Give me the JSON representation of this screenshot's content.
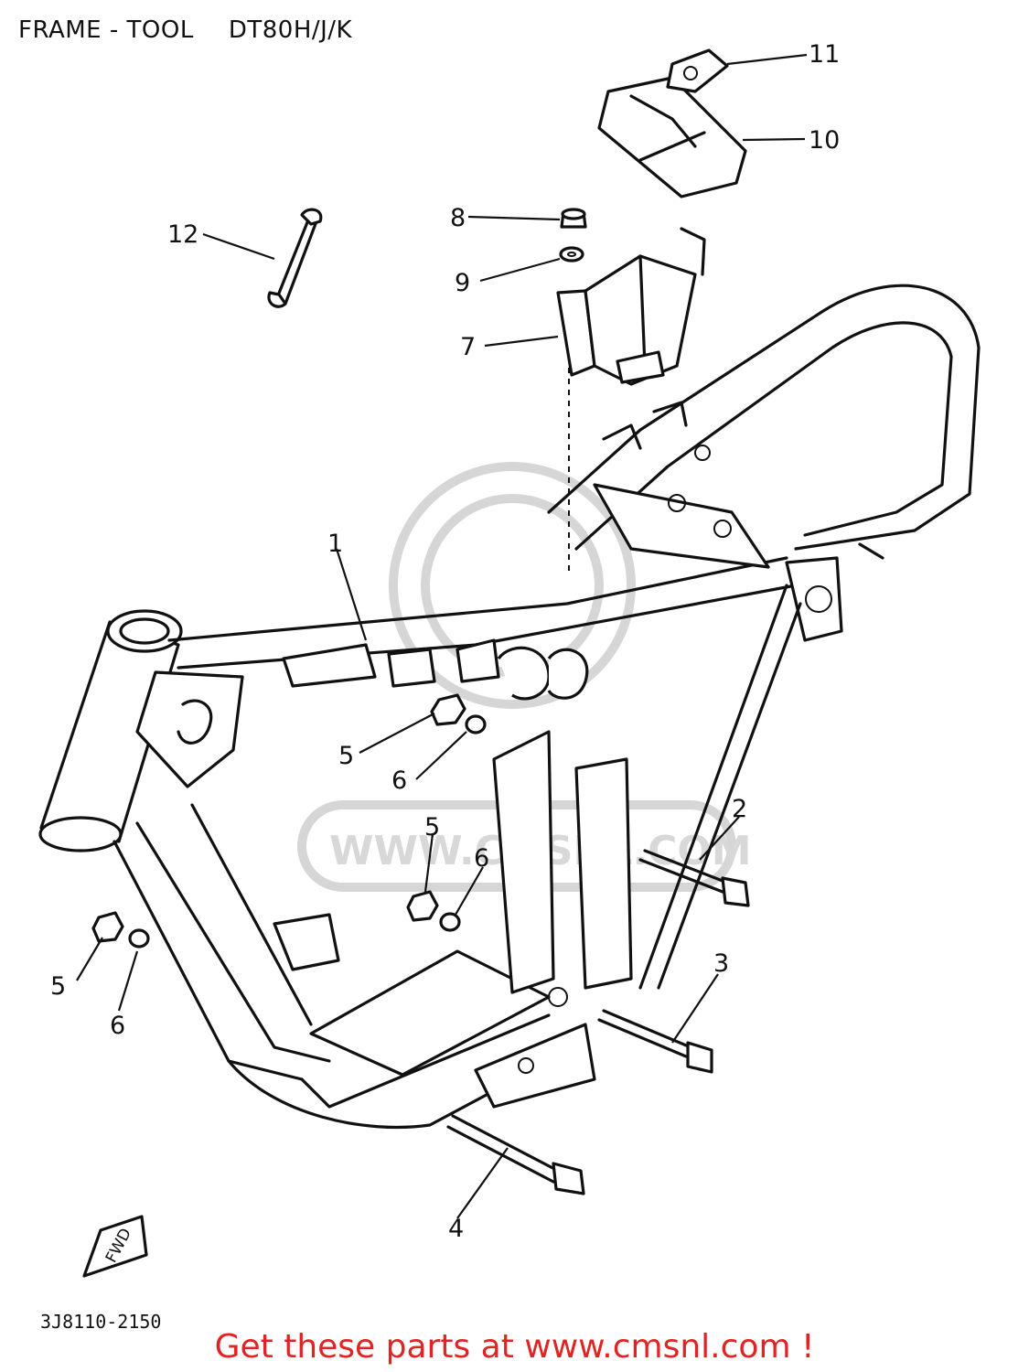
{
  "header": {
    "section": "FRAME - TOOL",
    "model": "DT80H/J/K"
  },
  "diagram": {
    "callouts": [
      "1",
      "2",
      "3",
      "4",
      "5",
      "6",
      "7",
      "8",
      "9",
      "10",
      "11",
      "12",
      "5",
      "6",
      "5",
      "6"
    ],
    "fwd_label": "FWD",
    "watermark_text": "WWW.CMSNL.COM",
    "part_code": "3J8110-2150"
  },
  "footer": {
    "text": "Get these parts at www.cmsnl.com !"
  },
  "colors": {
    "ink": "#111111",
    "footer": "#e02424",
    "watermark": "#d6d6d6"
  }
}
